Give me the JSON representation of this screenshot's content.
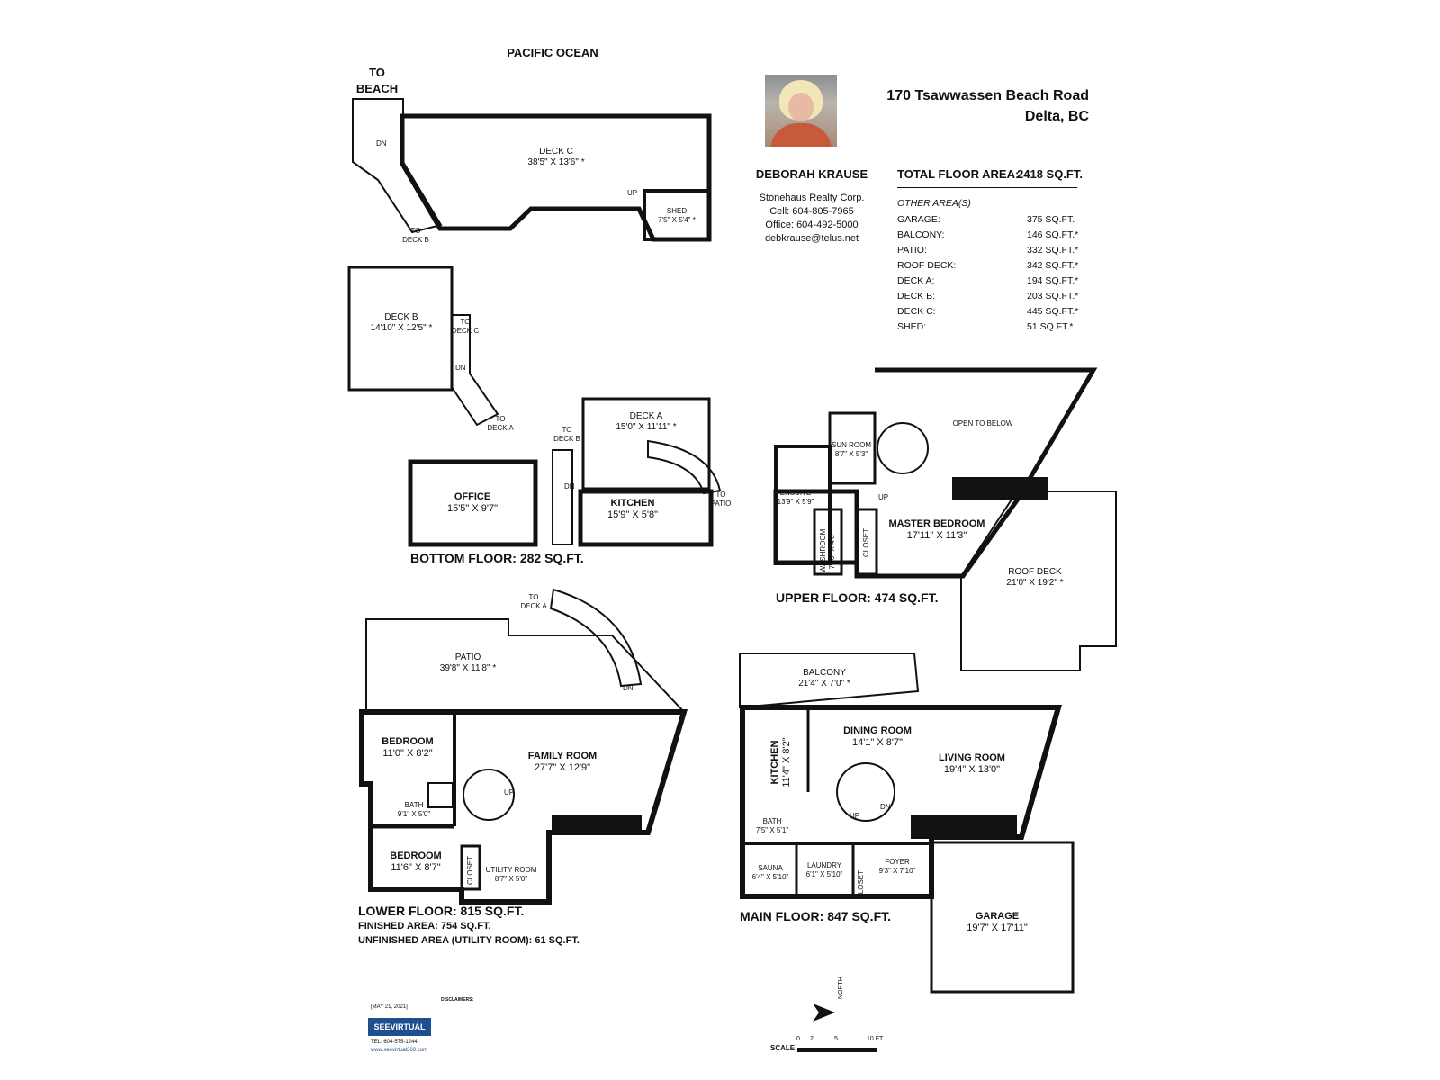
{
  "header": {
    "ocean_label": "PACIFIC OCEAN",
    "to_beach_line1": "TO",
    "to_beach_line2": "BEACH",
    "address_line1": "170 Tsawwassen Beach Road",
    "address_line2": "Delta, BC"
  },
  "agent": {
    "name": "DEBORAH KRAUSE",
    "company": "Stonehaus Realty Corp.",
    "cell": "Cell: 604-805-7965",
    "office": "Office: 604-492-5000",
    "email": "debkrause@telus.net"
  },
  "areas": {
    "total_label": "TOTAL FLOOR AREA:",
    "total_value": "2418 SQ.FT.",
    "other_label": "OTHER AREA(S)",
    "rows": [
      {
        "label": "GARAGE:",
        "value": "375 SQ.FT."
      },
      {
        "label": "BALCONY:",
        "value": "146 SQ.FT.*"
      },
      {
        "label": "PATIO:",
        "value": "332 SQ.FT.*"
      },
      {
        "label": "ROOF DECK:",
        "value": "342 SQ.FT.*"
      },
      {
        "label": "DECK A:",
        "value": "194 SQ.FT.*"
      },
      {
        "label": "DECK B:",
        "value": "203 SQ.FT.*"
      },
      {
        "label": "DECK C:",
        "value": "445 SQ.FT.*"
      },
      {
        "label": "SHED:",
        "value": "51 SQ.FT.*"
      }
    ]
  },
  "floors": {
    "bottom": "BOTTOM FLOOR: 282 SQ.FT.",
    "upper": "UPPER FLOOR: 474 SQ.FT.",
    "lower": "LOWER FLOOR: 815 SQ.FT.",
    "lower_finished": "FINISHED AREA: 754 SQ.FT.",
    "lower_unfinished": "UNFINISHED AREA (UTILITY ROOM): 61 SQ.FT.",
    "main": "MAIN FLOOR: 847 SQ.FT."
  },
  "rooms": {
    "deck_c": {
      "name": "DECK C",
      "dim": "38'5\" X 13'6\" *"
    },
    "shed": {
      "name": "SHED",
      "dim": "7'5\" X 5'4\" *"
    },
    "deck_b": {
      "name": "DECK B",
      "dim": "14'10\" X 12'5\" *"
    },
    "deck_a": {
      "name": "DECK A",
      "dim": "15'0\" X 11'11\" *"
    },
    "office": {
      "name": "OFFICE",
      "dim": "15'5\" X 9'7\""
    },
    "kitchen_bottom": {
      "name": "KITCHEN",
      "dim": "15'9\" X 5'8\""
    },
    "sun_room": {
      "name": "SUN ROOM",
      "dim": "8'7\" X 5'3\""
    },
    "open_below": {
      "name": "OPEN TO BELOW"
    },
    "ensuite": {
      "name": "ENSUITE",
      "dim": "13'9\" X 5'9\""
    },
    "washroom": {
      "name": "WASHROOM",
      "dim": "7'10\" X 4'8\""
    },
    "closet_upper": {
      "name": "CLOSET"
    },
    "master": {
      "name": "MASTER BEDROOM",
      "dim": "17'11\" X 11'3\""
    },
    "roof_deck": {
      "name": "ROOF DECK",
      "dim": "21'0\" X 19'2\" *"
    },
    "patio": {
      "name": "PATIO",
      "dim": "39'8\" X 11'8\" *"
    },
    "bedroom1": {
      "name": "BEDROOM",
      "dim": "11'0\" X 8'2\""
    },
    "family": {
      "name": "FAMILY ROOM",
      "dim": "27'7\" X 12'9\""
    },
    "bath_lower": {
      "name": "BATH",
      "dim": "9'1\" X 5'0\""
    },
    "bedroom2": {
      "name": "BEDROOM",
      "dim": "11'6\" X 8'7\""
    },
    "closet_lower": {
      "name": "CLOSET"
    },
    "utility": {
      "name": "UTILITY ROOM",
      "dim": "8'7\" X 5'0\""
    },
    "balcony": {
      "name": "BALCONY",
      "dim": "21'4\" X 7'0\" *"
    },
    "dining": {
      "name": "DINING ROOM",
      "dim": "14'1\" X 8'7\""
    },
    "living": {
      "name": "LIVING ROOM",
      "dim": "19'4\" X 13'0\""
    },
    "kitchen_main": {
      "name": "KITCHEN",
      "dim": "11'4\" X 8'2\""
    },
    "bath_main": {
      "name": "BATH",
      "dim": "7'5\" X 5'1\""
    },
    "sauna": {
      "name": "SAUNA",
      "dim": "6'4\" X 5'10\""
    },
    "laundry": {
      "name": "LAUNDRY",
      "dim": "6'1\" X 5'10\""
    },
    "closet_main": {
      "name": "CLOSET"
    },
    "foyer": {
      "name": "FOYER",
      "dim": "9'3\" X 7'10\""
    },
    "garage": {
      "name": "GARAGE",
      "dim": "19'7\" X 17'11\""
    }
  },
  "stair_labels": {
    "dn": "DN",
    "up": "UP",
    "to": "TO",
    "deck_b": "DECK B",
    "deck_c": "DECK C",
    "deck_a": "DECK A",
    "patio": "PATIO"
  },
  "footer": {
    "date": "[MAY 21, 2021]",
    "logo": "SEEVIRTUAL",
    "phone": "TEL: 604-575-1244",
    "web": "www.seevirtual360.com",
    "disclaimers_title": "DISCLAIMERS:",
    "north": "NORTH",
    "scale_label": "SCALE:",
    "scale_ticks": [
      "0",
      "2",
      "5",
      "10 FT."
    ]
  }
}
